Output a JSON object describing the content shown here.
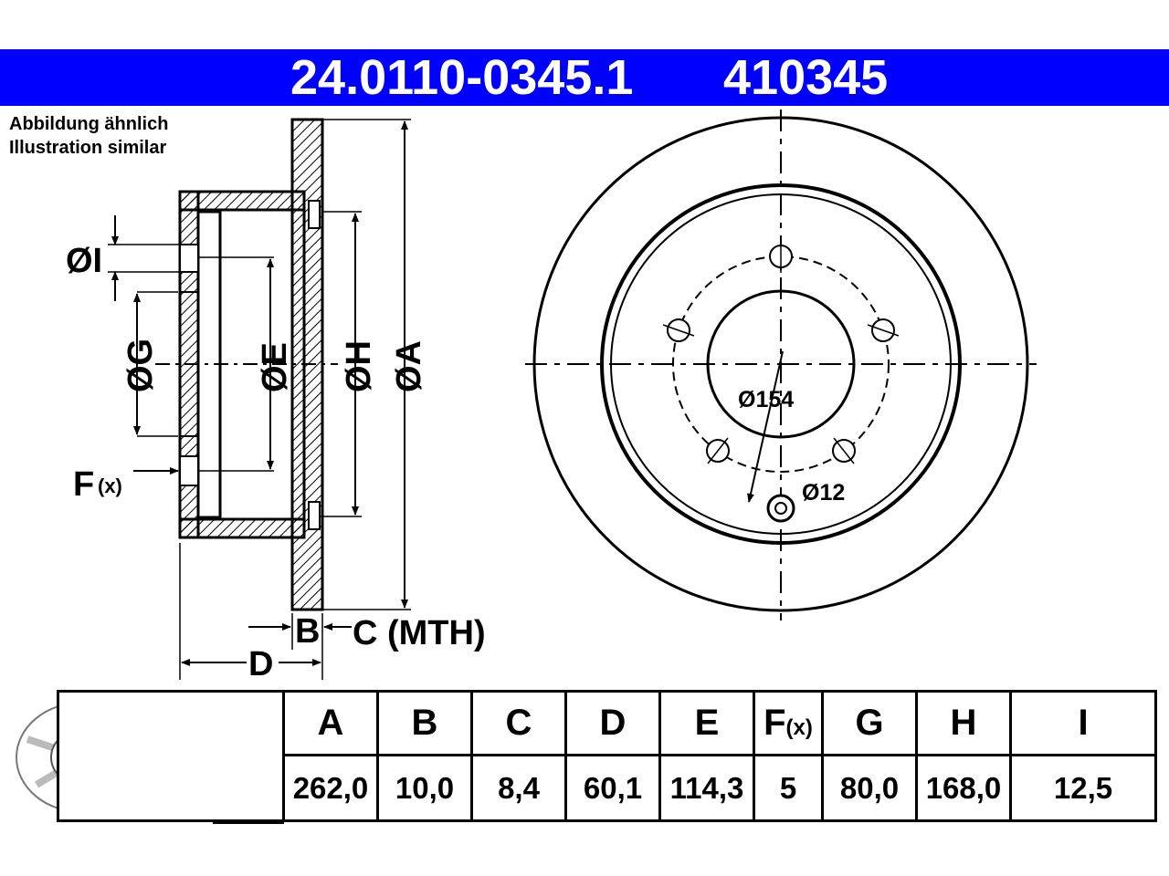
{
  "header": {
    "part_number": "24.0110-0345.1",
    "article_number": "410345",
    "bg_color": "#0000ff"
  },
  "note": {
    "line1": "Abbildung ähnlich",
    "line2": "Illustration similar"
  },
  "drawing": {
    "labels": {
      "I": "ØI",
      "G": "ØG",
      "E": "ØE",
      "H": "ØH",
      "A": "ØA",
      "F": "F",
      "F_sub": "(x)",
      "B": "B",
      "C": "C (MTH)",
      "D": "D",
      "pcd": "Ø154",
      "hole": "Ø12"
    }
  },
  "specs": {
    "columns": [
      "A",
      "B",
      "C",
      "D",
      "E",
      "F",
      "G",
      "H",
      "I"
    ],
    "f_suffix": "(x)",
    "values": [
      "262,0",
      "10,0",
      "8,4",
      "60,1",
      "114,3",
      "5",
      "80,0",
      "168,0",
      "12,5"
    ]
  }
}
